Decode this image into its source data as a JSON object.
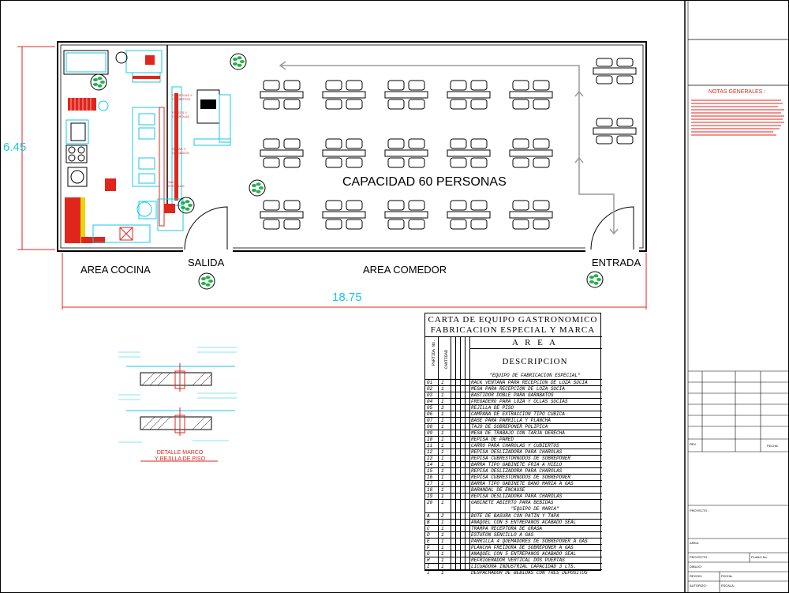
{
  "plan": {
    "dim_height": "6.45",
    "dim_width": "18.75",
    "capacity": "CAPACIDAD 60 PERSONAS",
    "area_kitchen": "AREA COCINA",
    "area_dining": "AREA COMEDOR",
    "exit": "SALIDA",
    "entrance": "ENTRADA"
  },
  "kitchen_labels": [
    "CHAROLAS Y CUBIERTOS",
    "PLATOS Y CHAROLAS",
    "SOPAS Y GUISADOS",
    "PAN Y TORTILLAS"
  ],
  "notes": {
    "title": "NOTAS GENERALES :"
  },
  "detail": {
    "title_line1": "DETALLE MARCO",
    "title_line2": "Y REJILLA DE PISO"
  },
  "schedule": {
    "title_line1": "CARTA DE EQUIPO GASTRONOMICO",
    "title_line2": "FABRICACION ESPECIAL Y MARCA",
    "area": "A R E A",
    "col_partida": "PARTIDA No.",
    "col_cantidad": "CANTIDAD",
    "col_descripcion": "DESCRIPCION",
    "section_special": "\"EQUIPO DE FABRICACION ESPECIAL\"",
    "section_brand": "\"EQUIPO DE MARCA\"",
    "special_rows": [
      {
        "no": "01",
        "qty": "1",
        "desc": "RACK VENTANA PARA RECEPCION DE LOZA SUCIA"
      },
      {
        "no": "02",
        "qty": "1",
        "desc": "MESA PARA RECEPCION DE LOZA SUCIA"
      },
      {
        "no": "03",
        "qty": "1",
        "desc": "BASTIDOR DOBLE PARA GARABATOS"
      },
      {
        "no": "04",
        "qty": "1",
        "desc": "FREGADERO PARA LOZA Y OLLAS SUCIAS"
      },
      {
        "no": "05",
        "qty": "3",
        "desc": "REJILLA DE PISO"
      },
      {
        "no": "06",
        "qty": "1",
        "desc": "CAMPANA DE EXTRACCION TIPO CUBICA"
      },
      {
        "no": "07",
        "qty": "1",
        "desc": "BASE PARA PARRILLA Y PLANCHA"
      },
      {
        "no": "08",
        "qty": "1",
        "desc": "TAJO DE SOBREPONER POLIPICA"
      },
      {
        "no": "09",
        "qty": "1",
        "desc": "MESA DE TRABAJO CON TARJA DERECHA"
      },
      {
        "no": "10",
        "qty": "1",
        "desc": "REPISA DE PARED"
      },
      {
        "no": "11",
        "qty": "1",
        "desc": "CARRO PARA CHAROLAS Y CUBIERTOS"
      },
      {
        "no": "12",
        "qty": "1",
        "desc": "REPISA DESLIZADORA PARA CHAROLAS"
      },
      {
        "no": "13",
        "qty": "1",
        "desc": "REPISA CUBRESTORNUDOS DE SOBREPONER"
      },
      {
        "no": "14",
        "qty": "1",
        "desc": "BARRA TIPO GABINETE FRIA A HIELO"
      },
      {
        "no": "15",
        "qty": "1",
        "desc": "REPISA DESLIZADORA PARA CHAROLAS"
      },
      {
        "no": "16",
        "qty": "1",
        "desc": "REPISA CUBRESTORNUDOS DE SOBREPONER"
      },
      {
        "no": "17",
        "qty": "1",
        "desc": "BARRA TIPO GABINETE BANO MARIA A GAS"
      },
      {
        "no": "18",
        "qty": "1",
        "desc": "BARANDAL DE ENCAUSE"
      },
      {
        "no": "19",
        "qty": "1",
        "desc": "REPISA DESLIZADORA PARA CHAROLAS"
      },
      {
        "no": "20",
        "qty": "1",
        "desc": "GABINETE ABIERTO PARA BEBIDAS"
      }
    ],
    "brand_rows": [
      {
        "no": "A",
        "qty": "2",
        "desc": "BOTE DE BASURA CON PATIN Y TAPA"
      },
      {
        "no": "B",
        "qty": "1",
        "desc": "ANAQUEL CON 5 ENTREPANOS ACABADO SEAL"
      },
      {
        "no": "C",
        "qty": "1",
        "desc": "TRAMPA RECEPTORA DE GRASA"
      },
      {
        "no": "D",
        "qty": "1",
        "desc": "ESTUFON SENCILLO A GAS"
      },
      {
        "no": "E",
        "qty": "1",
        "desc": "PARRILLA 4 QUEMADORES DE SOBREPONER A GAS"
      },
      {
        "no": "F",
        "qty": "1",
        "desc": "PLANCHA FREIDORA DE SOBREPONER A GAS"
      },
      {
        "no": "G",
        "qty": "1",
        "desc": "ANAQUEL CON 5 ENTREPANOS ACABADO SEAL"
      },
      {
        "no": "H",
        "qty": "1",
        "desc": "REFRIGERADOR VERTICAL DOS PUERTAS"
      },
      {
        "no": "I",
        "qty": "1",
        "desc": "LICUADORA INDUSTRIAL CAPACIDAD 3 LTS."
      },
      {
        "no": "J",
        "qty": "1",
        "desc": "DESPACHADOR DE BEBIDAS CON TRES DEPOSITOS"
      }
    ]
  },
  "title_block": {
    "rev": "REV.",
    "fecha": "FECHA:",
    "proyecto": "PROYECTO :",
    "area": "AREA:",
    "plano": "PLANO No.",
    "dibujo": "DIBUJO:",
    "reviso": "REVISO:",
    "escala": "ESCALA:",
    "autorizo": "AUTORIZO:"
  },
  "colors": {
    "cyan": "#17c9e6",
    "red": "#e0261c",
    "green": "#22b14c",
    "yellow": "#e6d60a",
    "gray": "#9a9a9a"
  }
}
